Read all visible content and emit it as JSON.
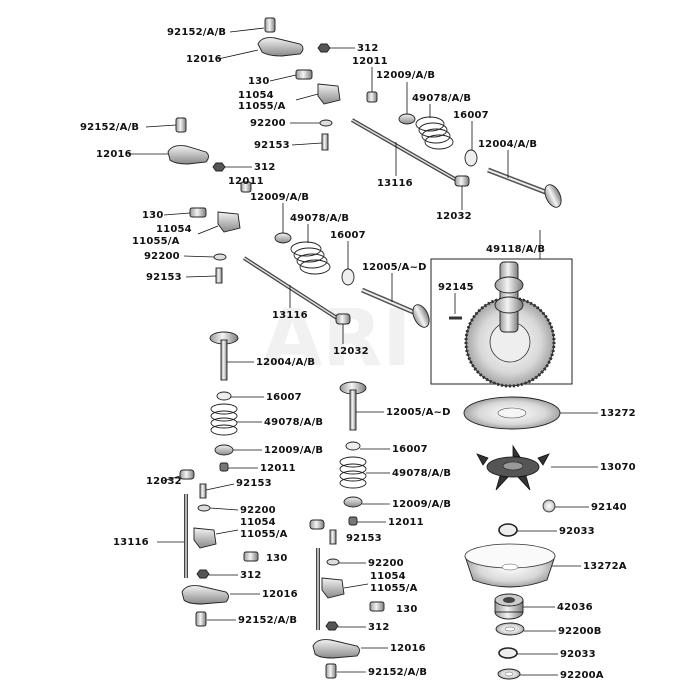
{
  "diagram": {
    "watermark": "ARI",
    "labels": {
      "r_rocker_bolt": "92152/A/B",
      "r_rocker_arm": "12016",
      "r_nut": "312",
      "r_tappet_11": "12011",
      "r_bolt130": "130",
      "r_pivot_a": "11054",
      "r_pivot_b": "11055/A",
      "r_washer": "92200",
      "r_stud": "92153",
      "r_retainer": "12009/A/B",
      "r_spring": "49078/A/B",
      "r_seal": "16007",
      "r_pushrod": "13116",
      "r_valve": "12004/A/B",
      "r_lifter": "12032",
      "l_rocker_bolt": "92152/A/B",
      "l_rocker_arm": "12016",
      "l_nut": "312",
      "l_tappet_11": "12011",
      "l_retainer": "12009/A/B",
      "l_bolt130": "130",
      "l_pivot_a": "11054",
      "l_pivot_b": "11055/A",
      "l_spring": "49078/A/B",
      "l_seal": "16007",
      "l_washer": "92200",
      "l_valve": "12005/A~D",
      "l_stud": "92153",
      "l_pushrod": "13116",
      "l_lifter": "12032",
      "cam_assy": "49118/A/B",
      "cam_pin": "92145",
      "b1_valve": "12004/A/B",
      "b1_seal": "16007",
      "b1_spring": "49078/A/B",
      "b1_retainer": "12009/A/B",
      "b1_tappet": "12011",
      "b1_lifter": "12032",
      "b1_stud": "92153",
      "b1_washer": "92200",
      "b1_pushrod": "13116",
      "b1_pivot_a": "11054",
      "b1_pivot_b": "11055/A",
      "b1_bolt": "130",
      "b1_nut": "312",
      "b1_rocker": "12016",
      "b1_rocker_bolt": "92152/A/B",
      "b2_valve": "12005/A~D",
      "b2_seal": "16007",
      "b2_spring": "49078/A/B",
      "b2_retainer": "12009/A/B",
      "b2_tappet": "12011",
      "b2_stud": "92153",
      "b2_washer": "92200",
      "b2_pivot_a": "11054",
      "b2_pivot_b": "11055/A",
      "b2_bolt": "130",
      "b2_nut": "312",
      "b2_rocker": "12016",
      "b2_rocker_bolt": "92152/A/B",
      "gov_plate": "13272",
      "gov_weight": "13070",
      "gov_ball": "92140",
      "gov_ring1": "92033",
      "gov_plate_a": "13272A",
      "gov_holder": "42036",
      "gov_washer_b": "92200B",
      "gov_ring2": "92033",
      "gov_washer_a": "92200A"
    }
  }
}
